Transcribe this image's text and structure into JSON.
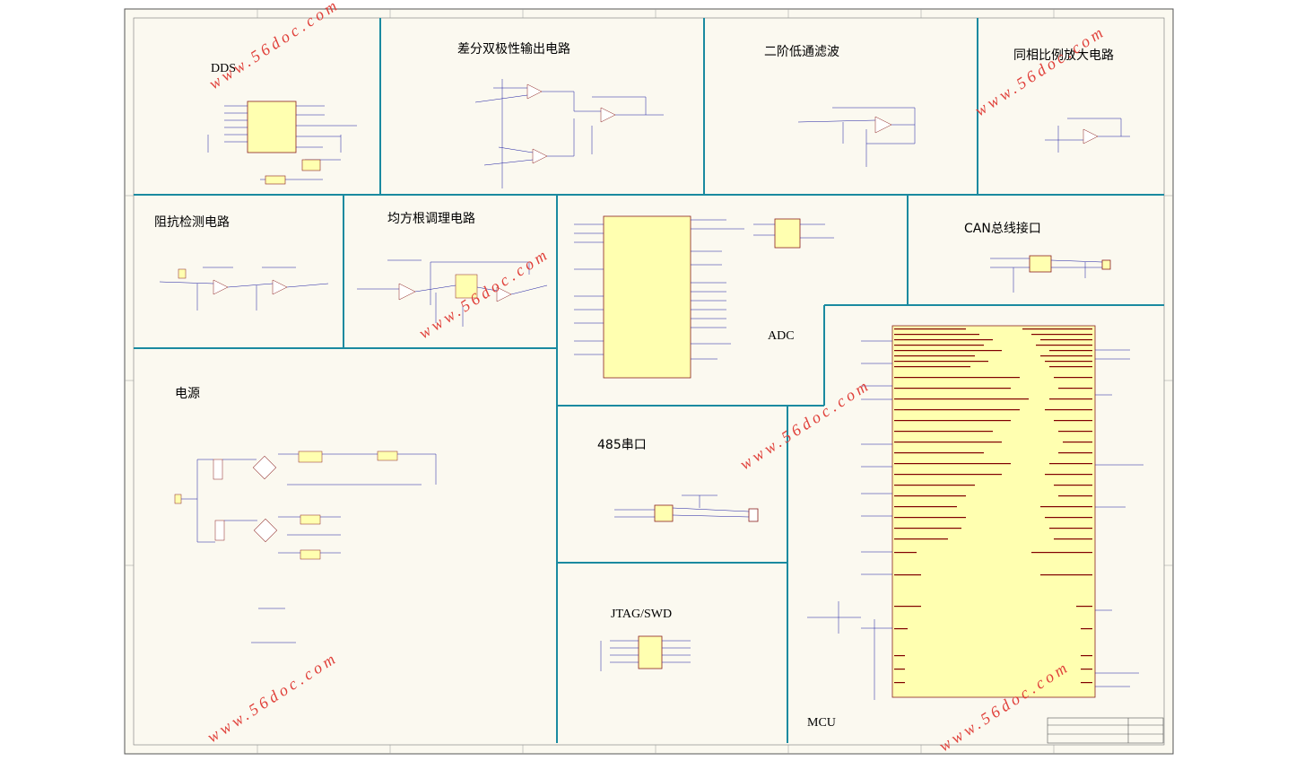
{
  "sections": {
    "dds": "DDS",
    "diff_output": "差分双极性输出电路",
    "lowpass": "二阶低通滤波",
    "inphase_amp": "同相比例放大电路",
    "impedance": "阻抗检测电路",
    "rms": "均方根调理电路",
    "adc": "ADC",
    "can": "CAN总线接口",
    "power": "电源",
    "rs485": "485串口",
    "jtag": "JTAG/SWD",
    "mcu": "MCU"
  },
  "watermark": "www.56doc.com",
  "colors": {
    "sheet_bg": "#fbf9f0",
    "divider": "#1a8aa0",
    "ic_fill": "#ffffb0",
    "ic_stroke": "#8b2020",
    "wire": "#1a1aa0",
    "watermark": "#e0403a"
  }
}
